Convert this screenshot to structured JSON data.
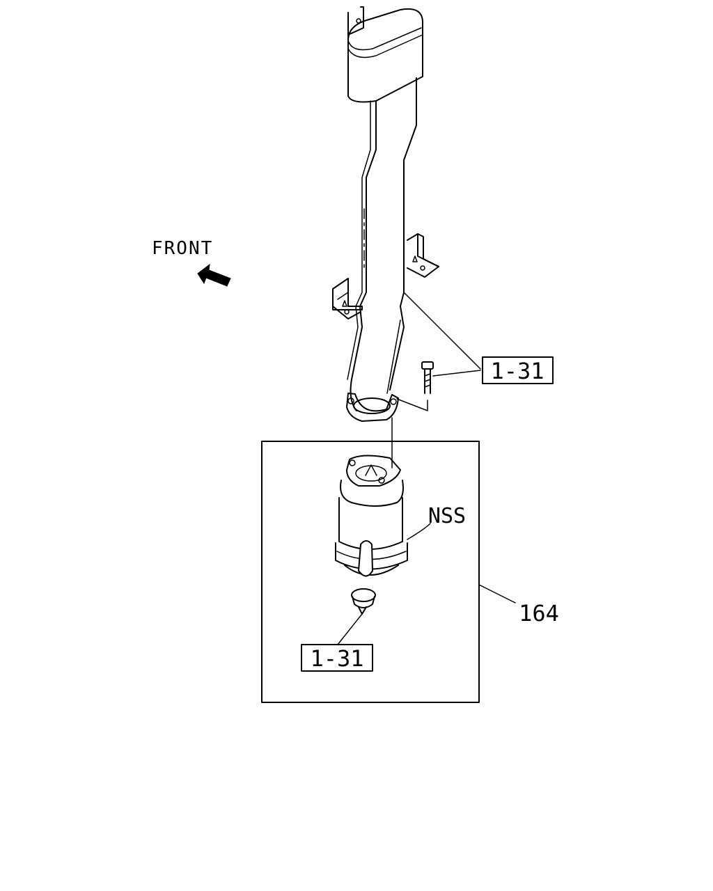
{
  "labels": {
    "front": "FRONT",
    "bolt_ref": "1-31",
    "gasket_ref": "1-31",
    "nss": "NSS",
    "assembly_ref": "164"
  },
  "colors": {
    "line": "#000000",
    "background": "#ffffff"
  }
}
